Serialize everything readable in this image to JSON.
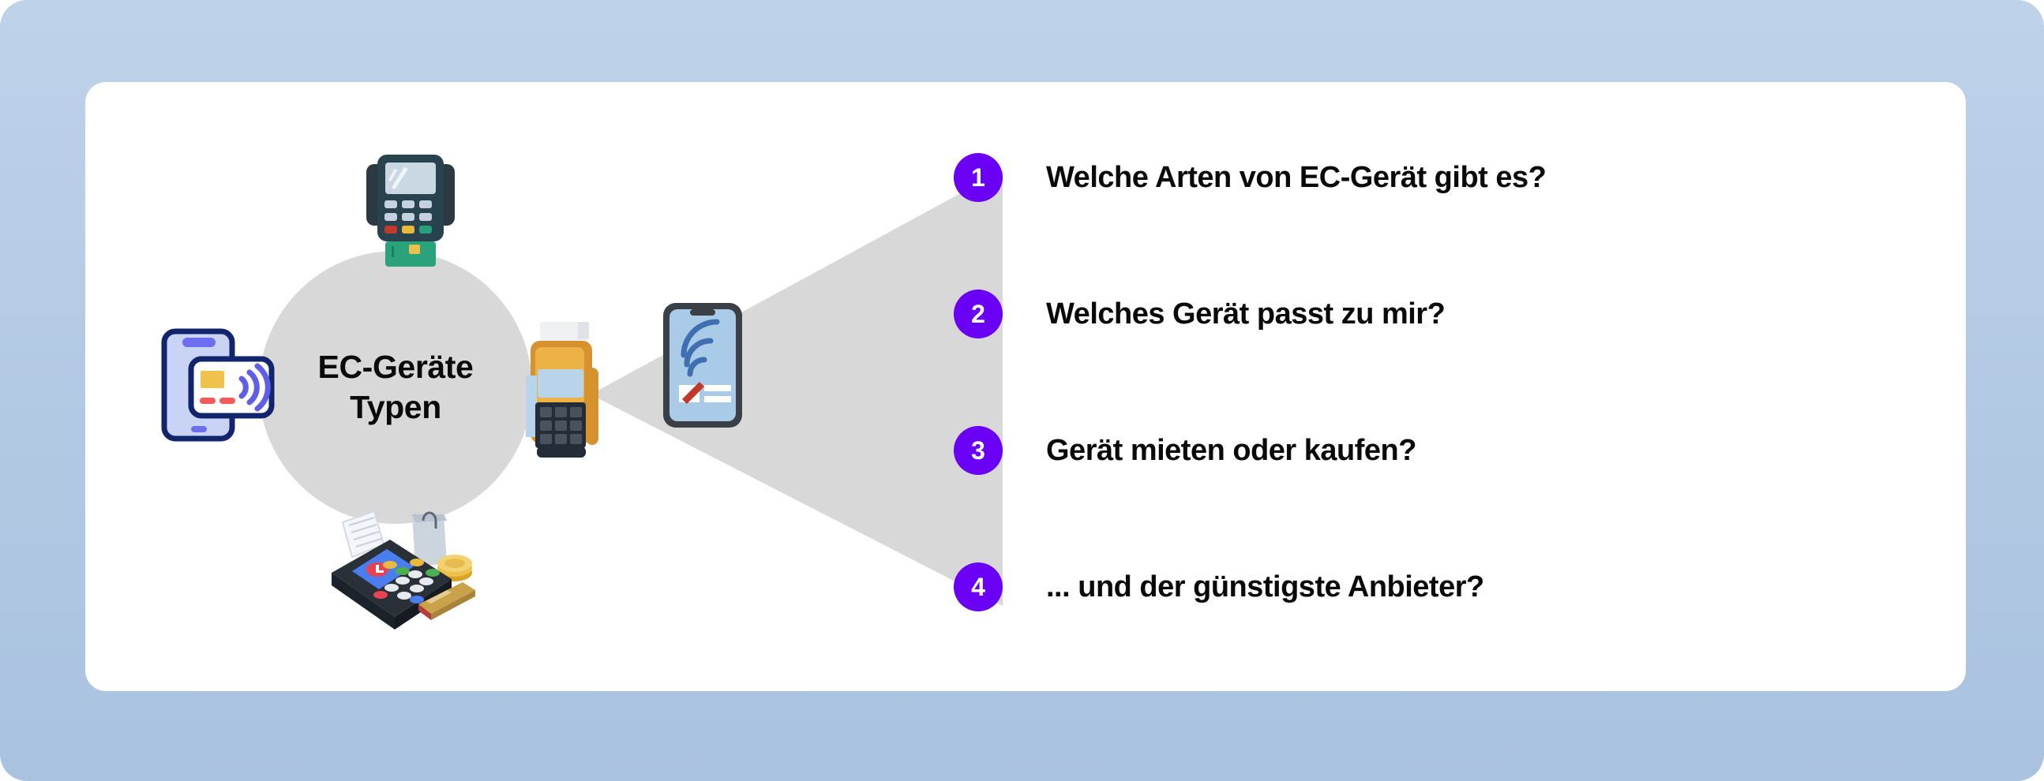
{
  "theme": {
    "background_blue": "#b2c9e3",
    "card_white": "#ffffff",
    "hub_grey": "#d8d8d8",
    "funnel_grey": "#d8d8d8",
    "badge_purple": "#6a00f4",
    "text_black": "#0a0a0a"
  },
  "hub": {
    "line1": "EC-Geräte",
    "line2": "Typen"
  },
  "illustrations": [
    {
      "name": "countertop-payment-terminal-icon"
    },
    {
      "name": "mobile-contactless-card-icon"
    },
    {
      "name": "portable-payment-terminal-icon"
    },
    {
      "name": "nfc-smartphone-icon"
    },
    {
      "name": "mobile-card-terminal-receipt-icon"
    }
  ],
  "questions": [
    {
      "number": "1",
      "text": "Welche Arten von EC-Gerät gibt es?"
    },
    {
      "number": "2",
      "text": "Welches Gerät passt zu mir?"
    },
    {
      "number": "3",
      "text": "Gerät mieten oder kaufen?"
    },
    {
      "number": "4",
      "text": "... und der günstigste Anbieter?"
    }
  ]
}
